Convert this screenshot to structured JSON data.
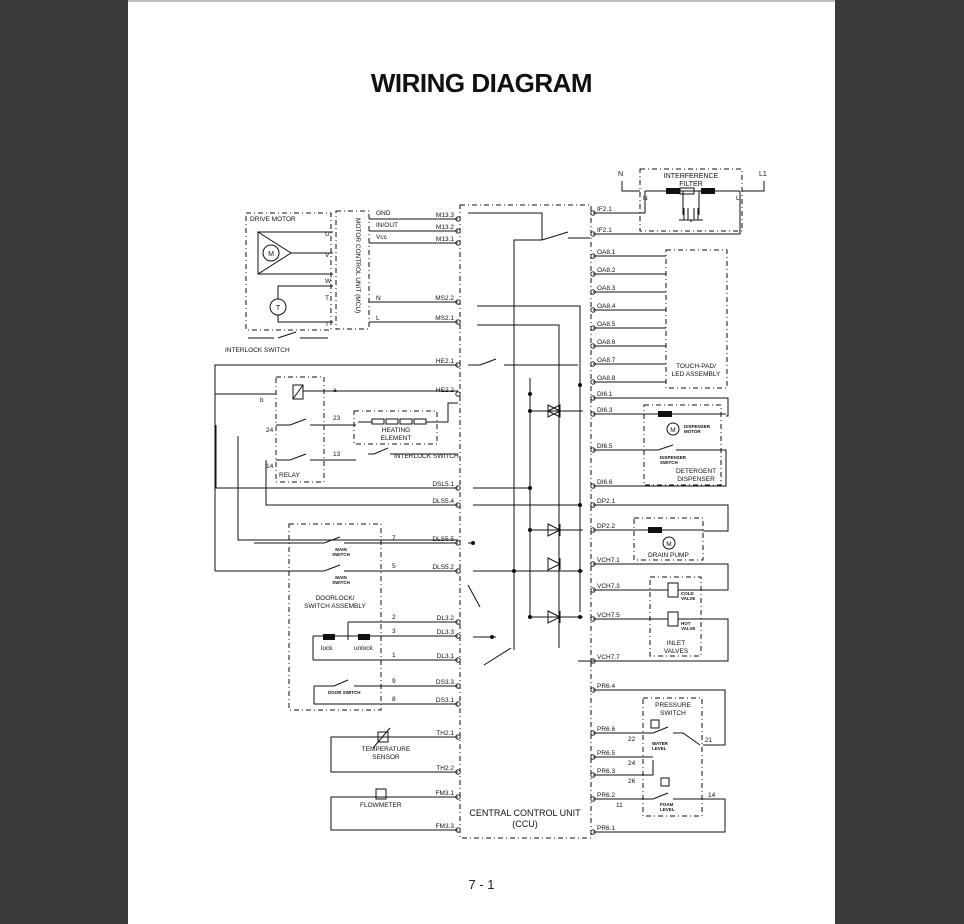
{
  "title": "WIRING DIAGRAM",
  "page_number": "7 - 1",
  "ccu_label": [
    "CENTRAL CONTROL UNIT",
    "(CCU)"
  ],
  "mains": {
    "n": "N",
    "l1": "L1"
  },
  "interference_filter": [
    "INTERFERENCE",
    "FILTER"
  ],
  "filter_terms": {
    "n": "N",
    "l": "L"
  },
  "mcu_label": "MOTOR CONTROL UNIT (MCU)",
  "drive_motor": "DRIVE MOTOR",
  "interlock_switch_top": "INTERLOCK SWITCH",
  "mcu_terms": {
    "u": "U",
    "v": "V",
    "w": "W",
    "t1": "T",
    "t2": "T",
    "n": "N",
    "l": "L",
    "gnd": "GND",
    "inout": "IN/OUT",
    "vcc": "Vcc"
  },
  "motor_terms": [
    "U",
    "V",
    "W"
  ],
  "left_pins": [
    "M13.3",
    "M13.2",
    "M13.1",
    "MS2.2",
    "MS2.1",
    "HE2.1",
    "HE2.2",
    "DSL5.1",
    "DLS5.4",
    "DLS5.5",
    "DLS5.2",
    "DL3.2",
    "DL3.3",
    "DL3.1",
    "DS3.3",
    "DS3.1",
    "TH2.1",
    "TH2.2",
    "FM3.1",
    "FM3.3"
  ],
  "right_pins": [
    "IF2.1",
    "IF2.1",
    "OA8.1",
    "OA8.2",
    "OA8.3",
    "OA8.4",
    "OA8.5",
    "OA8.6",
    "OA8.7",
    "OA8.8",
    "DI6.1",
    "DI6.3",
    "DI6.5",
    "DI6.6",
    "DP2.1",
    "DP2.2",
    "VCH7.1",
    "VCH7.3",
    "VCH7.5",
    "VCH7.7",
    "PR6.4",
    "PR6.6",
    "PR6.5",
    "PR6.3",
    "PR6.2",
    "PR6.1"
  ],
  "touchpad": [
    "TOUCH-PAD/",
    "LED ASSEMBLY"
  ],
  "relay": "RELAY",
  "relay_terms": {
    "b": "b",
    "a": "a",
    "t24": "24",
    "t23": "23",
    "t14": "14",
    "t13": "13"
  },
  "heating_element": [
    "HEATING",
    "ELEMENT"
  ],
  "interlock_switch_mid": "INTERLOCK SWITCH",
  "detergent_dispenser": [
    "DETERGENT",
    "DISPENSER"
  ],
  "dispenser_motor": [
    "DISPENSER",
    "MOTOR"
  ],
  "dispenser_switch": [
    "DISPENSER",
    "SWITCH"
  ],
  "drain_pump": "DRAIN PUMP",
  "inlet_valves": [
    "INLET",
    "VALVES"
  ],
  "cold_valve": [
    "COLD",
    "VALVE"
  ],
  "hot_valve": [
    "HOT",
    "VALVE"
  ],
  "doorlock_assembly": [
    "DOORLOCK/",
    "SWITCH ASSEMBLY"
  ],
  "main_switch": [
    "MAIN",
    "SWITCH"
  ],
  "lock": "lock",
  "unlock": "unlock",
  "door_switch": "DOOR SWITCH",
  "doorlock_terms": [
    "7",
    "5",
    "2",
    "3",
    "1",
    "9",
    "8"
  ],
  "temperature_sensor": [
    "TEMPERATURE",
    "SENSOR"
  ],
  "flowmeter": "FLOWMETER",
  "pressure_switch": [
    "PRESSURE",
    "SWITCH"
  ],
  "water_level": [
    "WATER",
    "LEVEL"
  ],
  "foam_level": [
    "FOAM",
    "LEVEL"
  ],
  "pressure_terms": [
    "22",
    "24",
    "26",
    "11",
    "21",
    "14"
  ],
  "motor_symbol": "M",
  "thermal_symbol": "T"
}
